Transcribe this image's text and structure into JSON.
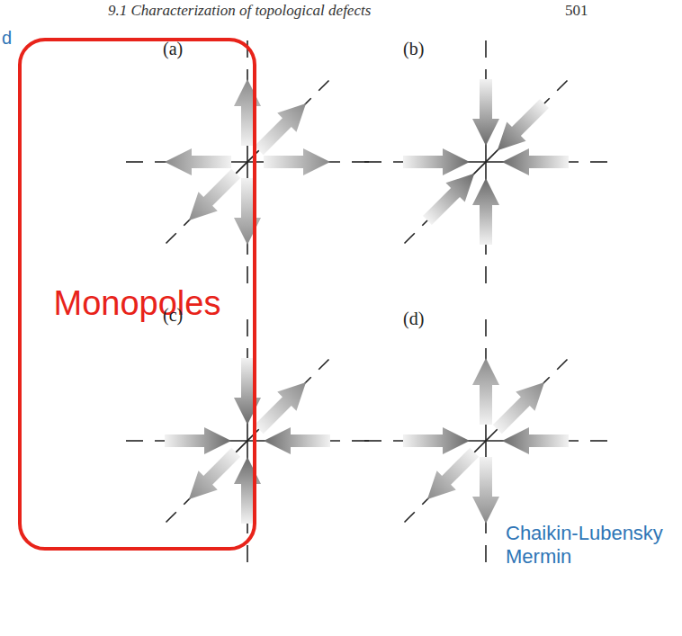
{
  "diagram": {
    "nodes": [
      {
        "text": [
          "Monopoles"
        ]
      }
    ],
    "labels": [
      "9.1 Characterization of topological defects",
      "501",
      "d",
      "(a)",
      "(b)",
      "(c)",
      "(d)",
      "Chaikin-Lubensky Mermin"
    ]
  }
}
